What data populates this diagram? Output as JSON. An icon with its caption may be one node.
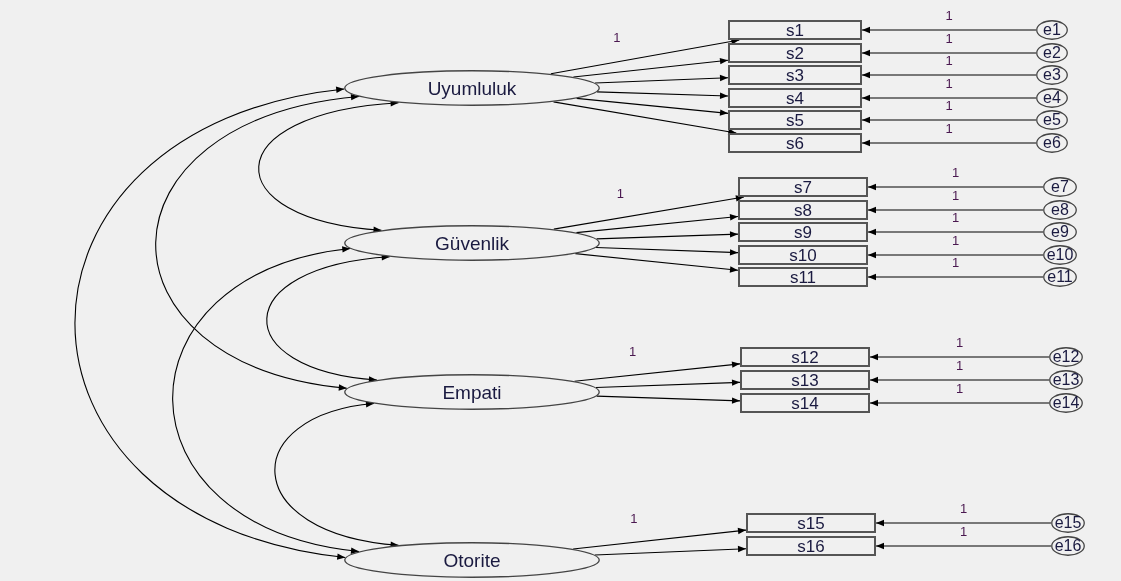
{
  "diagram": {
    "nodes": [
      {
        "text": [
          "Uyumluluk"
        ]
      },
      {
        "text": [
          "s1"
        ]
      },
      {
        "text": [
          "s2"
        ]
      },
      {
        "text": [
          "s3"
        ]
      },
      {
        "text": [
          "s4"
        ]
      },
      {
        "text": [
          "s5"
        ]
      },
      {
        "text": [
          "s6"
        ]
      },
      {
        "text": [
          "e1"
        ]
      },
      {
        "text": [
          "e2"
        ]
      },
      {
        "text": [
          "e3"
        ]
      },
      {
        "text": [
          "e4"
        ]
      },
      {
        "text": [
          "e5"
        ]
      },
      {
        "text": [
          "e6"
        ]
      },
      {
        "text": [
          "Güvenlik"
        ]
      },
      {
        "text": [
          "s7"
        ]
      },
      {
        "text": [
          "s8"
        ]
      },
      {
        "text": [
          "s9"
        ]
      },
      {
        "text": [
          "s10"
        ]
      },
      {
        "text": [
          "s11"
        ]
      },
      {
        "text": [
          "e7"
        ]
      },
      {
        "text": [
          "e8"
        ]
      },
      {
        "text": [
          "e9"
        ]
      },
      {
        "text": [
          "e10"
        ]
      },
      {
        "text": [
          "e11"
        ]
      },
      {
        "text": [
          "Empati"
        ]
      },
      {
        "text": [
          "s12"
        ]
      },
      {
        "text": [
          "s13"
        ]
      },
      {
        "text": [
          "s14"
        ]
      },
      {
        "text": [
          "e12"
        ]
      },
      {
        "text": [
          "e13"
        ]
      },
      {
        "text": [
          "e14"
        ]
      },
      {
        "text": [
          "Otorite"
        ]
      },
      {
        "text": [
          "s15"
        ]
      },
      {
        "text": [
          "s16"
        ]
      },
      {
        "text": [
          "e15"
        ]
      },
      {
        "text": [
          "e16"
        ]
      }
    ],
    "edges": [
      {
        "from": 0,
        "to": 1,
        "arrow": "to",
        "label": "1"
      },
      {
        "from": 0,
        "to": 2,
        "arrow": "to"
      },
      {
        "from": 0,
        "to": 3,
        "arrow": "to"
      },
      {
        "from": 0,
        "to": 4,
        "arrow": "to"
      },
      {
        "from": 0,
        "to": 5,
        "arrow": "to"
      },
      {
        "from": 0,
        "to": 6,
        "arrow": "to"
      },
      {
        "from": 7,
        "to": 1,
        "arrow": "to",
        "label": "1"
      },
      {
        "from": 8,
        "to": 2,
        "arrow": "to",
        "label": "1"
      },
      {
        "from": 9,
        "to": 3,
        "arrow": "to",
        "label": "1"
      },
      {
        "from": 10,
        "to": 4,
        "arrow": "to",
        "label": "1"
      },
      {
        "from": 11,
        "to": 5,
        "arrow": "to",
        "label": "1"
      },
      {
        "from": 12,
        "to": 6,
        "arrow": "to",
        "label": "1"
      },
      {
        "from": 13,
        "to": 14,
        "arrow": "to",
        "label": "1"
      },
      {
        "from": 13,
        "to": 15,
        "arrow": "to"
      },
      {
        "from": 13,
        "to": 16,
        "arrow": "to"
      },
      {
        "from": 13,
        "to": 17,
        "arrow": "to"
      },
      {
        "from": 13,
        "to": 18,
        "arrow": "to"
      },
      {
        "from": 19,
        "to": 14,
        "arrow": "to",
        "label": "1"
      },
      {
        "from": 20,
        "to": 15,
        "arrow": "to",
        "label": "1"
      },
      {
        "from": 21,
        "to": 16,
        "arrow": "to",
        "label": "1"
      },
      {
        "from": 22,
        "to": 17,
        "arrow": "to",
        "label": "1"
      },
      {
        "from": 23,
        "to": 18,
        "arrow": "to",
        "label": "1"
      },
      {
        "from": 24,
        "to": 25,
        "arrow": "to",
        "label": "1"
      },
      {
        "from": 24,
        "to": 26,
        "arrow": "to"
      },
      {
        "from": 24,
        "to": 27,
        "arrow": "to"
      },
      {
        "from": 28,
        "to": 25,
        "arrow": "to",
        "label": "1"
      },
      {
        "from": 29,
        "to": 26,
        "arrow": "to",
        "label": "1"
      },
      {
        "from": 30,
        "to": 27,
        "arrow": "to",
        "label": "1"
      },
      {
        "from": 31,
        "to": 32,
        "arrow": "to",
        "label": "1"
      },
      {
        "from": 31,
        "to": 33,
        "arrow": "to"
      },
      {
        "from": 34,
        "to": 32,
        "arrow": "to",
        "label": "1"
      },
      {
        "from": 35,
        "to": 33,
        "arrow": "to",
        "label": "1"
      },
      {
        "from": 0,
        "to": 13,
        "arrow": "both"
      },
      {
        "from": 0,
        "to": 24,
        "arrow": "both"
      },
      {
        "from": 0,
        "to": 31,
        "arrow": "both"
      },
      {
        "from": 13,
        "to": 24,
        "arrow": "both"
      },
      {
        "from": 13,
        "to": 31,
        "arrow": "both"
      },
      {
        "from": 24,
        "to": 31,
        "arrow": "both"
      }
    ]
  }
}
